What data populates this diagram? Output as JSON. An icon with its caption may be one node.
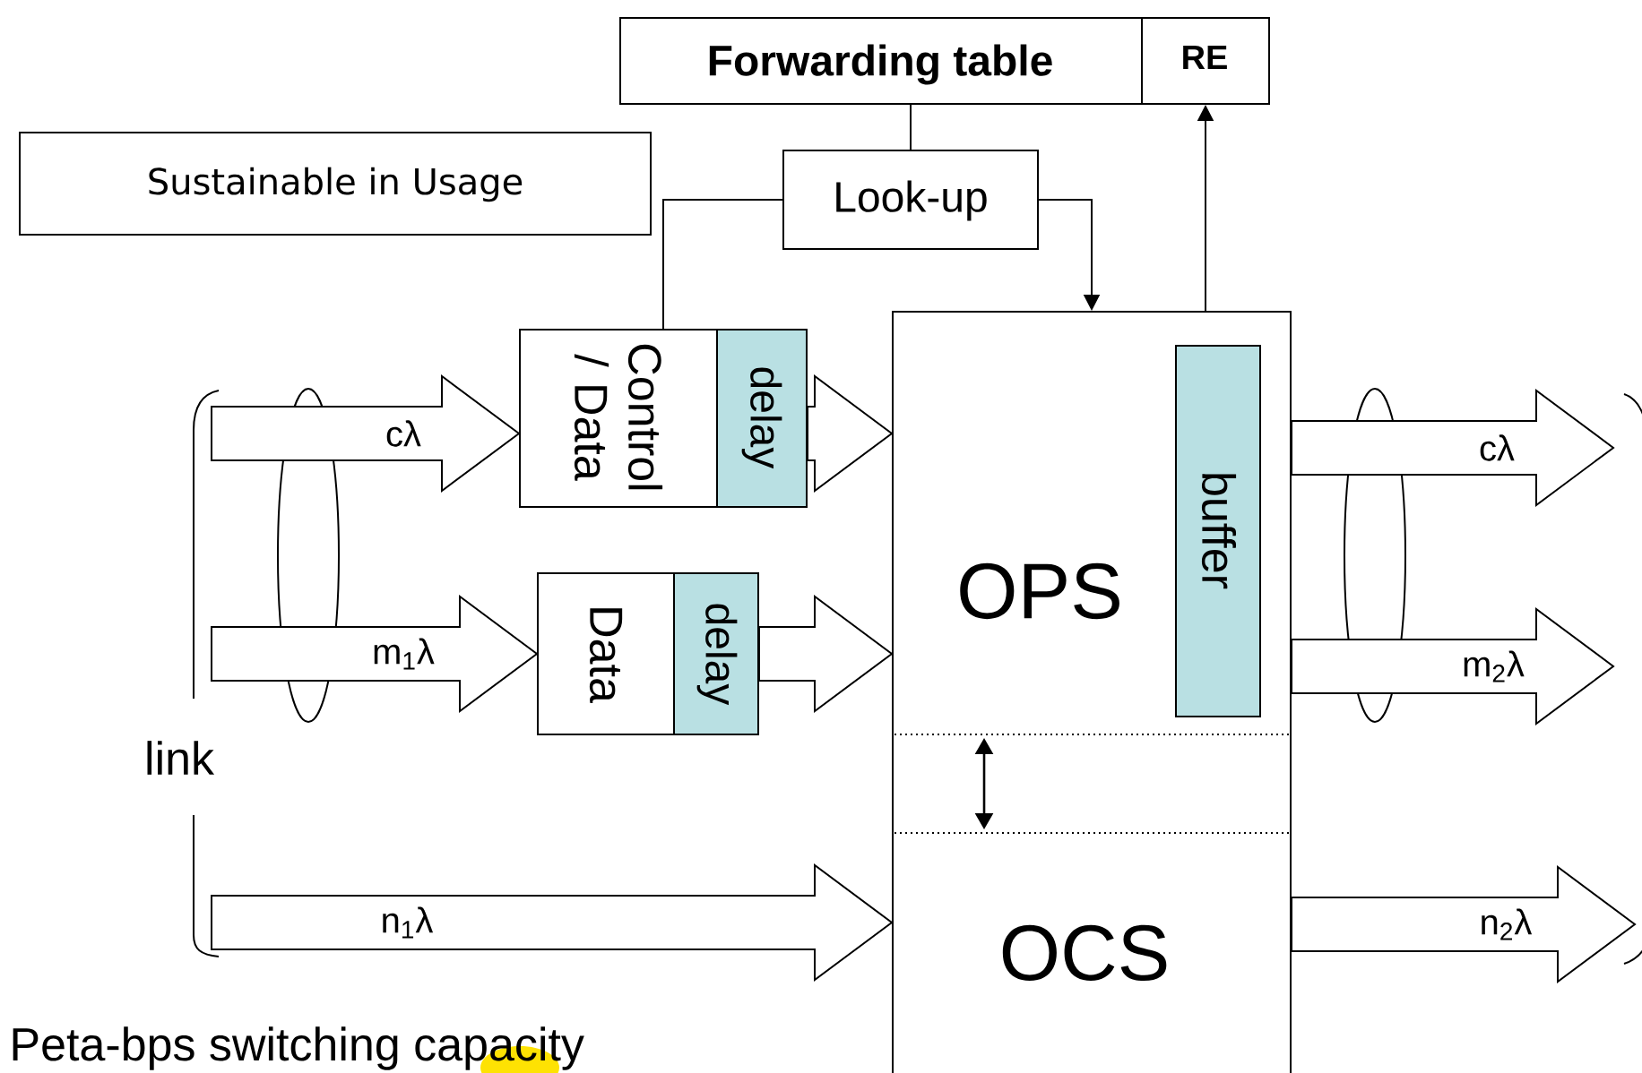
{
  "diagram": {
    "nodes": [
      {
        "text": [
          "**Forwarding table**"
        ]
      },
      {
        "text": [
          "**RE**"
        ]
      },
      {
        "text": [
          "Sustainable in Usage"
        ]
      },
      {
        "text": [
          "Look-up"
        ]
      },
      {
        "text": [
          "Control / Data"
        ]
      },
      {
        "text": [
          "delay"
        ],
        "in": 4
      },
      {
        "text": [
          "Data"
        ]
      },
      {
        "text": [
          "delay"
        ],
        "in": 6
      },
      {
        "text": [
          "OPS",
          "OCS"
        ]
      },
      {
        "text": [
          "buffer"
        ],
        "in": 8
      },
      {
        "text": [],
        "shape": "ellipse"
      },
      {
        "text": [],
        "shape": "ellipse"
      }
    ],
    "edges": [
      {
        "from": 0,
        "to": 3,
        "arrow": "none"
      },
      {
        "from": 3,
        "to": 4,
        "arrow": "none"
      },
      {
        "from": 3,
        "to": 8,
        "arrow": "to"
      },
      {
        "from": 8,
        "to": 1,
        "arrow": "to"
      },
      {
        "from": null,
        "to": 4,
        "arrow": "to",
        "style": "thick",
        "label": "cλ"
      },
      {
        "from": null,
        "to": 6,
        "arrow": "to",
        "style": "thick",
        "label": "m$_{1}$λ"
      },
      {
        "from": null,
        "to": 8,
        "arrow": "to",
        "style": "thick",
        "label": "n$_{1}$λ"
      },
      {
        "from": 5,
        "to": 8,
        "arrow": "to",
        "style": "thick"
      },
      {
        "from": 7,
        "to": 8,
        "arrow": "to",
        "style": "thick"
      },
      {
        "from": 8,
        "to": null,
        "arrow": "to",
        "style": "thick",
        "label": "cλ"
      },
      {
        "from": 8,
        "to": null,
        "arrow": "to",
        "style": "thick",
        "label": "m$_{2}$λ"
      },
      {
        "from": 8,
        "to": null,
        "arrow": "to",
        "style": "thick",
        "label": "n$_{2}$λ"
      }
    ],
    "labels": [
      "link",
      "Peta-bps switching capacity"
    ]
  }
}
